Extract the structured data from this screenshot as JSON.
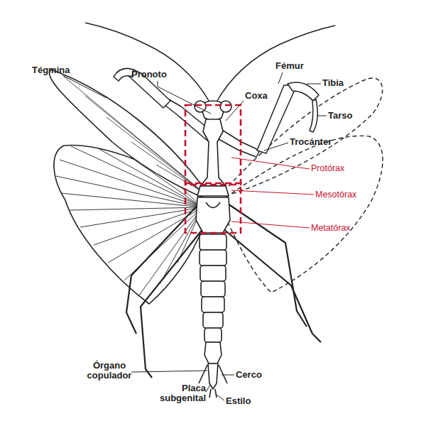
{
  "diagram": {
    "labels": [
      "Tégmina",
      "Pronoto",
      "Fémur",
      "Tibia",
      "Coxa",
      "Tarso",
      "Trocánter",
      "Protórax",
      "Mesotórax",
      "Metatórax",
      "Órgano copulador",
      "Cerco",
      "Placa subgenital",
      "Estilo"
    ]
  }
}
